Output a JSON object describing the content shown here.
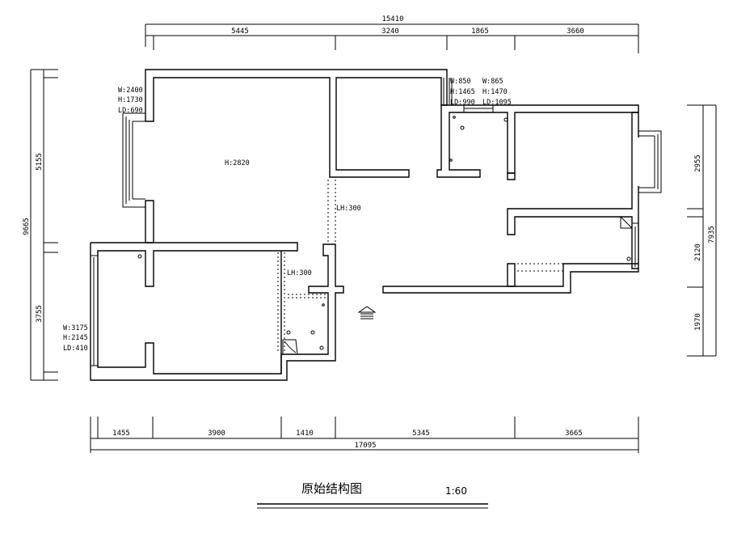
{
  "title": "原始结构图",
  "scale": "1:60",
  "dims": {
    "top_total": "15410",
    "top": [
      "5445",
      "3240",
      "1865",
      "3660"
    ],
    "bottom_total": "17095",
    "bottom": [
      "1455",
      "3900",
      "1410",
      "5345",
      "3665"
    ],
    "left_total": "9665",
    "left": [
      "5155",
      "3755"
    ],
    "right_total": "7935",
    "right": [
      "2955",
      "2120",
      "1970"
    ]
  },
  "notes": {
    "window_left_top": [
      "W:2400",
      "H:1730",
      "LD:690"
    ],
    "window_left_bottom": [
      "W:3175",
      "H:2145",
      "LD:410"
    ],
    "window_top_mid": [
      "W:850",
      "H:1465",
      "LD:990"
    ],
    "window_top_right": [
      "W:865",
      "H:1470",
      "LD:1095"
    ],
    "ceiling_height": "H:2820",
    "beam_1": "LH:300",
    "beam_2": "LH:300"
  },
  "icons": {
    "entrance": "entrance-arrow-icon"
  }
}
